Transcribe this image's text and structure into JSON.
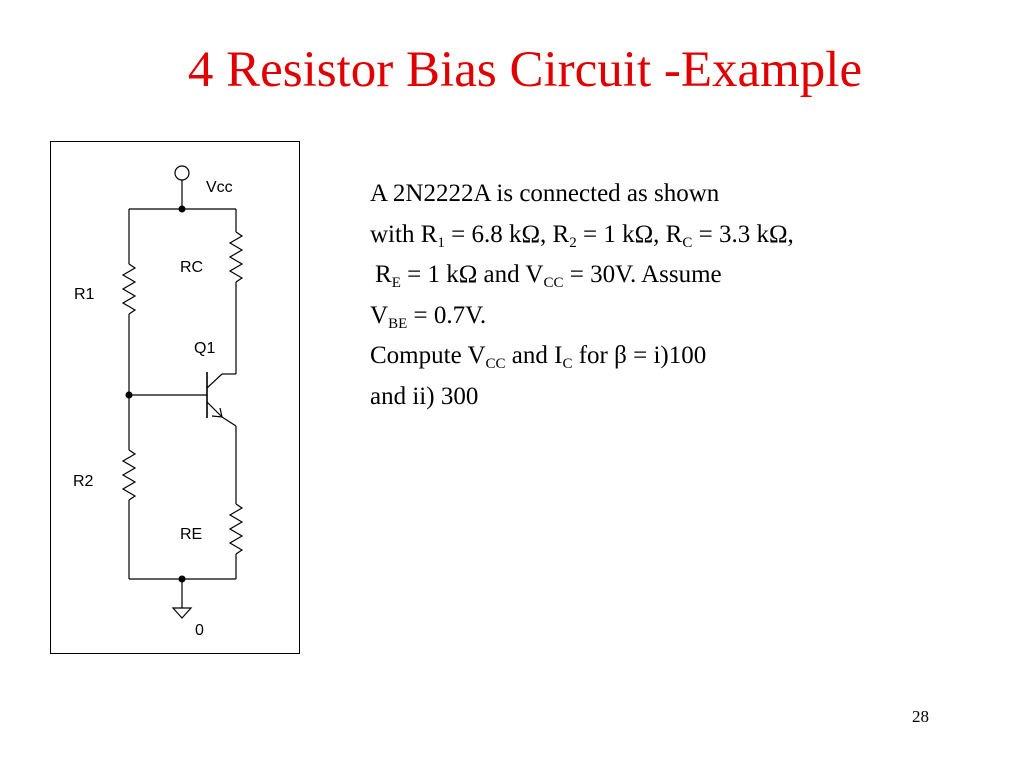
{
  "slide": {
    "title": "4 Resistor Bias Circuit -Example",
    "number": "28"
  },
  "circuit": {
    "labels": {
      "vcc": "Vcc",
      "rc": "RC",
      "r1": "R1",
      "q1": "Q1",
      "r2": "R2",
      "re": "RE",
      "ground": "0"
    }
  },
  "problem": {
    "l1": "A 2N2222A is connected as shown",
    "l2": {
      "a": "with R",
      "a_sub": "1",
      "b": " = 6.8 kΩ, R",
      "b_sub": "2",
      "c": " = 1 kΩ, R",
      "c_sub": "C",
      "d": " = 3.3 kΩ,"
    },
    "l3": {
      "a": "R",
      "a_sub": "E",
      "b": " = 1 kΩ and V",
      "b_sub": "CC",
      "c": " = 30V. Assume"
    },
    "l4": {
      "a": "V",
      "a_sub": "BE",
      "b": " = 0.7V."
    },
    "l5": {
      "a": "Compute V",
      "a_sub": "CC",
      "b": " and I",
      "b_sub": "C",
      "c": " for β = i)100"
    },
    "l6": "and ii) 300"
  }
}
